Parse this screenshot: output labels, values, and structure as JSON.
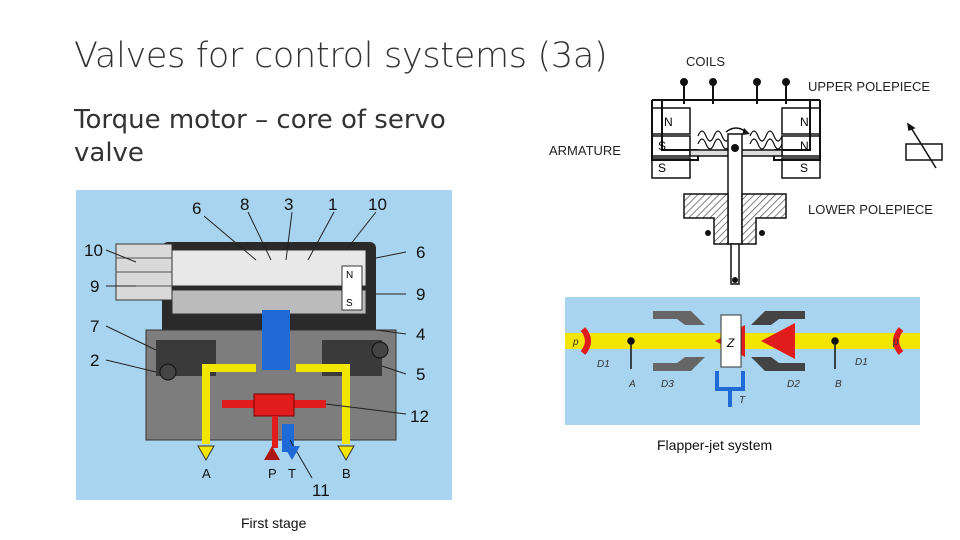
{
  "slide": {
    "title": "Valves for control systems (3a)",
    "subtitle": "Torque motor – core of servo valve"
  },
  "torque_motor": {
    "labels": {
      "coils": "COILS",
      "upper_polepiece": "UPPER POLEPIECE",
      "armature": "ARMATURE",
      "lower_polepiece": "LOWER POLEPIECE"
    },
    "pole_marks": {
      "n": "N",
      "s": "S"
    }
  },
  "first_stage": {
    "caption": "First stage",
    "part_numbers_top": [
      "6",
      "8",
      "3",
      "1",
      "10"
    ],
    "part_numbers_left": [
      "10",
      "9",
      "7",
      "2"
    ],
    "part_numbers_right": [
      "6",
      "9",
      "4",
      "5",
      "12"
    ],
    "part_number_bottom": "11",
    "ports": [
      "A",
      "P",
      "T",
      "B"
    ]
  },
  "flapper_jet": {
    "caption": "Flapper-jet system",
    "labels": {
      "p_left": "p",
      "p_right": "p",
      "d1_left": "D1",
      "d1_right": "D1",
      "z": "Z",
      "a": "A",
      "b": "B",
      "d3": "D3",
      "d2": "D2",
      "t": "T"
    }
  },
  "colors": {
    "panel_bg": "#a8d4ef",
    "yellow": "#f2e600",
    "red": "#e01c1c",
    "blue": "#1f6ad6"
  }
}
